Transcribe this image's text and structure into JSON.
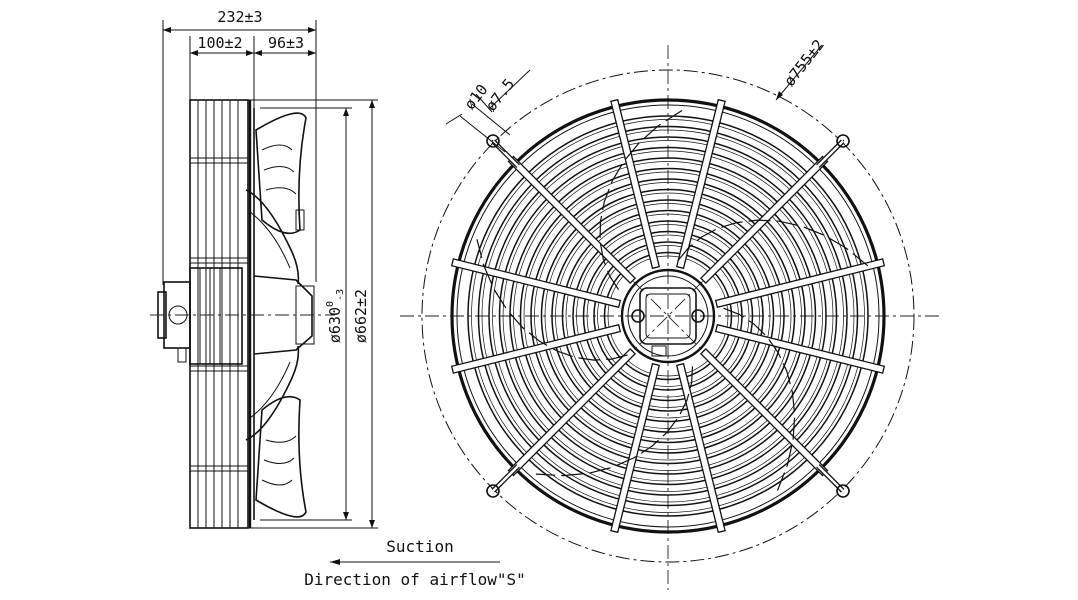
{
  "dimensions": {
    "overall_depth": "232±3",
    "front_depth": "100±2",
    "rear_depth": "96±3",
    "impeller_dia_prefix": "ø630",
    "impeller_dia_sup": "0",
    "impeller_dia_sub": "-3",
    "guard_dia": "ø662±2",
    "mount_circle_dia": "ø755±2",
    "slot_outer": "ø10",
    "slot_inner": "ø7.5"
  },
  "labels": {
    "suction": "Suction",
    "airflow": "Direction of airflow\"S\""
  },
  "colors": {
    "line": "#111111",
    "background": "#ffffff"
  }
}
